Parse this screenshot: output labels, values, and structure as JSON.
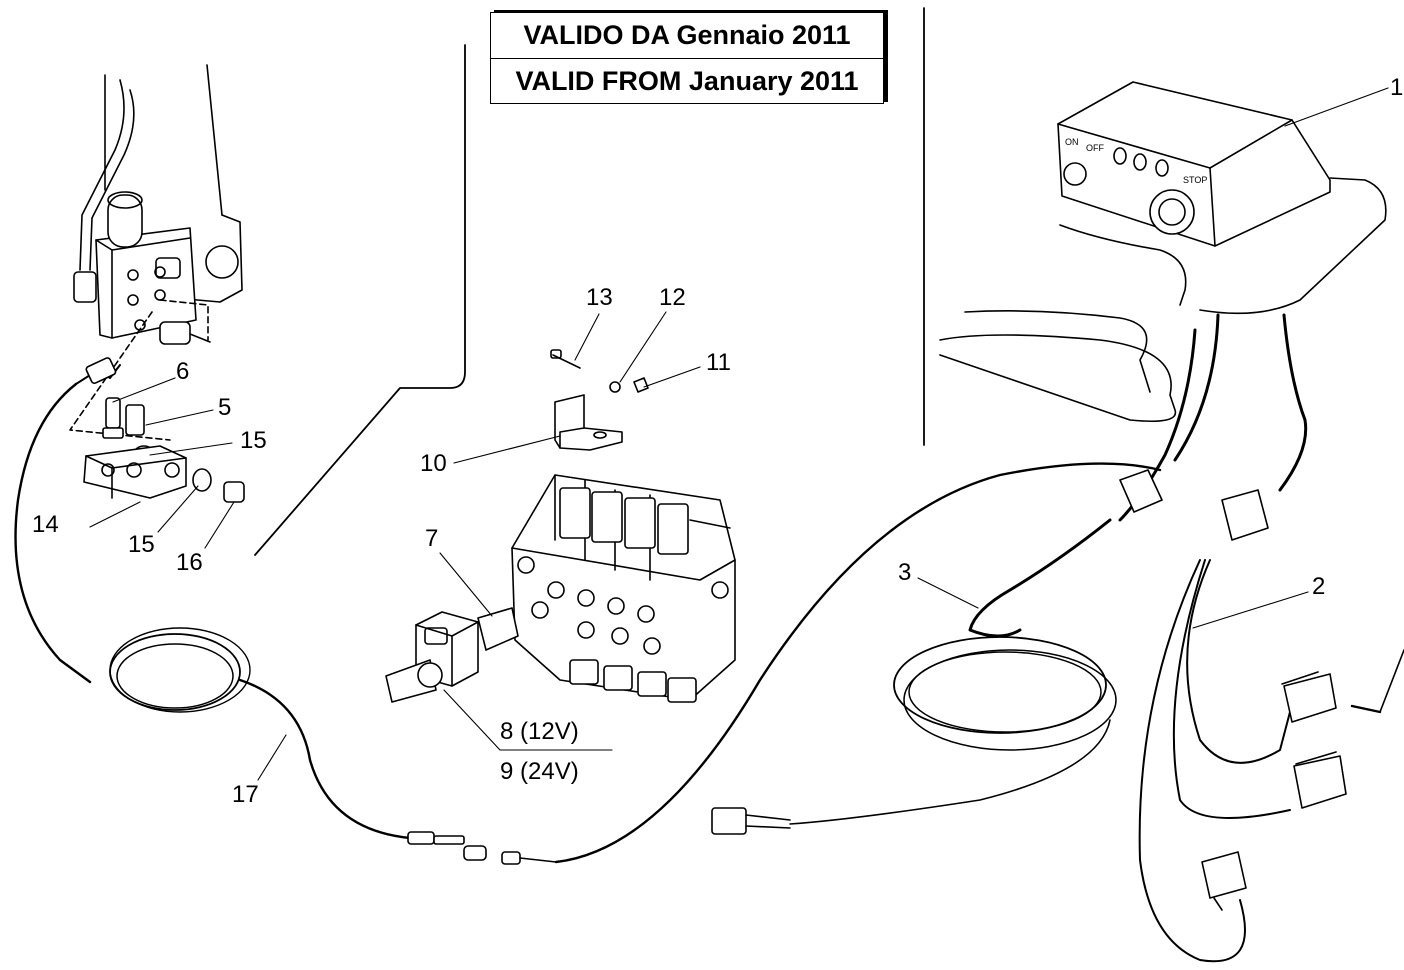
{
  "validity": {
    "italian": "VALIDO DA Gennaio 2011",
    "english": "VALID FROM January 2011"
  },
  "control_box": {
    "on": "ON",
    "off": "OFF",
    "stop": "STOP"
  },
  "callouts": {
    "c1": "1",
    "c2": "2",
    "c3": "3",
    "c5": "5",
    "c6": "6",
    "c7": "7",
    "c8": "8 (12V)",
    "c9": "9 (24V)",
    "c10": "10",
    "c11": "11",
    "c12": "12",
    "c13": "13",
    "c14": "14",
    "c15a": "15",
    "c15b": "15",
    "c16": "16",
    "c17": "17"
  }
}
